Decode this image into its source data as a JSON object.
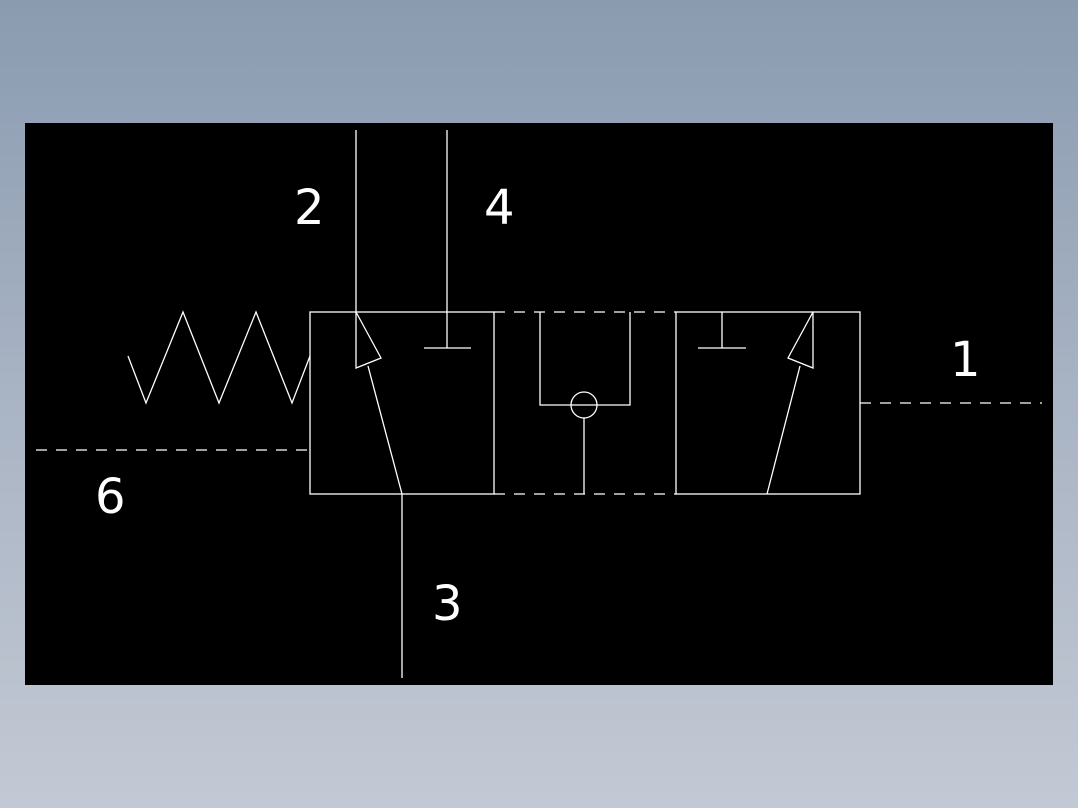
{
  "colors": {
    "background_top": "#8a9bb0",
    "background_bottom": "#c3c9d4",
    "viewport": "#000000",
    "stroke": "#ffffff"
  },
  "ports": {
    "p1": "1",
    "p2": "2",
    "p3": "3",
    "p4": "4",
    "p6": "6"
  }
}
